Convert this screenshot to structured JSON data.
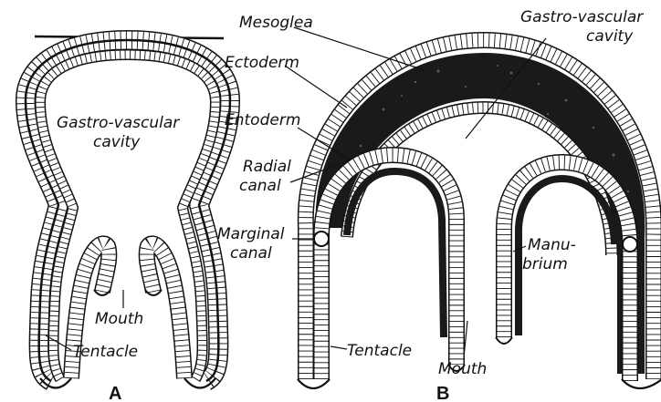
{
  "figure_a": {
    "caption": "A",
    "labels": {
      "gastro_vascular_cavity_line1": "Gastro-vascular",
      "gastro_vascular_cavity_line2": "cavity",
      "mouth": "Mouth",
      "tentacle": "Tentacle"
    }
  },
  "figure_b": {
    "caption": "B",
    "labels": {
      "gastro_vascular_cavity_line1": "Gastro-vascular",
      "gastro_vascular_cavity_line2": "cavity",
      "radial_canal_line1": "Radial",
      "radial_canal_line2": "canal",
      "marginal_canal_line1": "Marginal",
      "marginal_canal_line2": "canal",
      "manubrium_line1": "Manu-",
      "manubrium_line2": "brium",
      "tentacle": "Tentacle",
      "mouth": "Mouth"
    }
  },
  "shared_labels": {
    "mesoglea": "Mesoglea",
    "ectoderm": "Ectoderm",
    "entoderm": "Entoderm"
  },
  "colors": {
    "ink": "#111111",
    "mesoglea_fill": "#1a1a1a",
    "cell_fill": "#ffffff"
  }
}
